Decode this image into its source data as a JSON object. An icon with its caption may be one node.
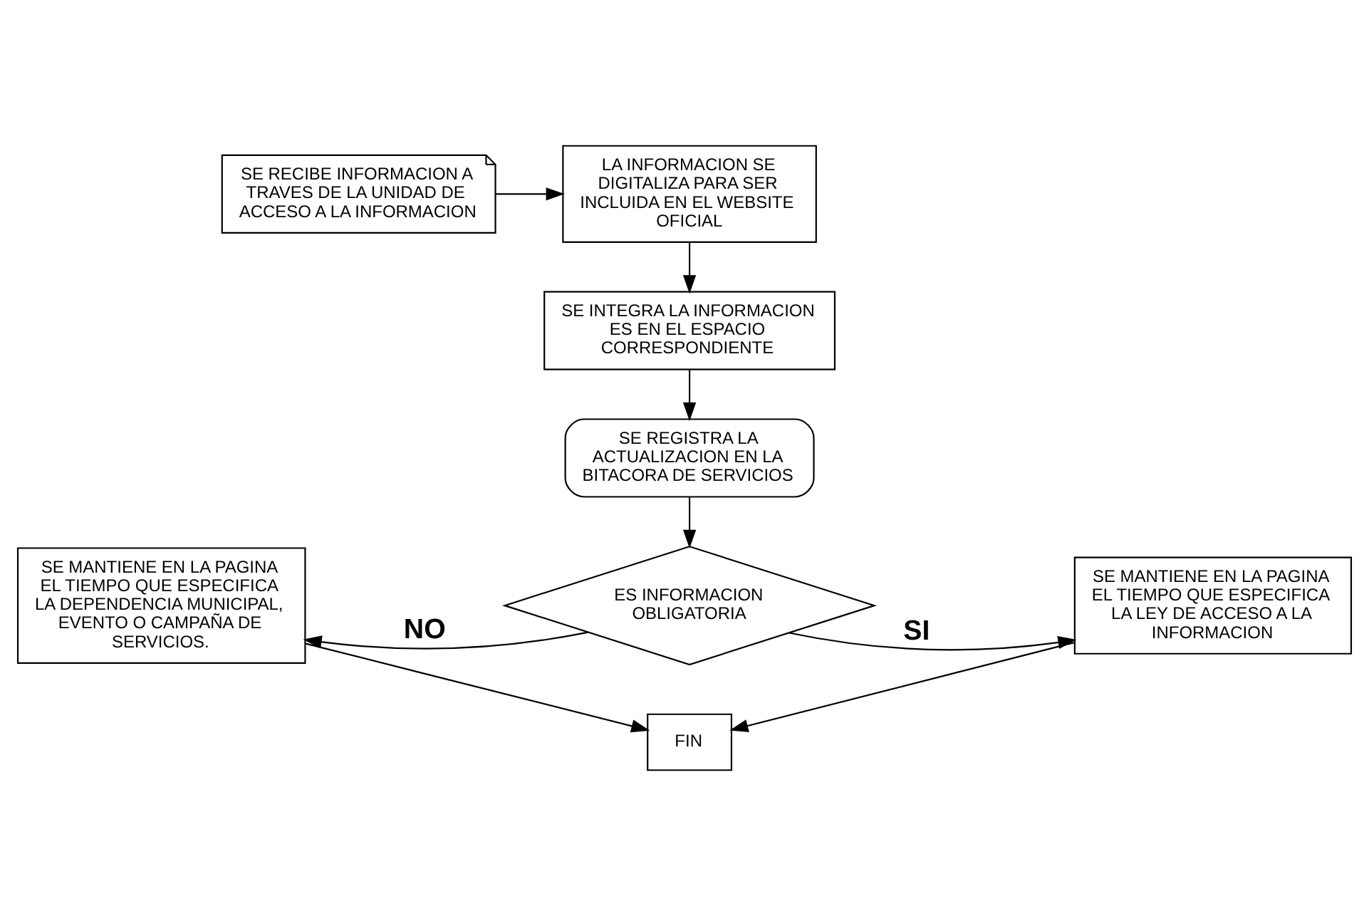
{
  "diagram": {
    "nodes": [
      {
        "text": [
          "SE RECIBE INFORMACION A TRAVES DE LA UNIDAD DE ACCESO A LA INFORMACION"
        ]
      },
      {
        "text": [
          "LA INFORMACION SE DIGITALIZA PARA SER INCLUIDA EN EL WEBSITE OFICIAL"
        ]
      },
      {
        "text": [
          "SE INTEGRA LA INFORMACION ES EN EL ESPACIO CORRESPONDIENTE"
        ]
      },
      {
        "text": [
          "SE REGISTRA LA ACTUALIZACION EN LA BITACORA DE SERVICIOS"
        ]
      },
      {
        "text": [
          "ES INFORMACION OBLIGATORIA"
        ]
      },
      {
        "text": [
          "SE MANTIENE EN LA PAGINA EL TIEMPO QUE ESPECIFICA LA DEPENDENCIA MUNICIPAL, EVENTO O CAMPAÑA DE SERVICIOS."
        ]
      },
      {
        "text": [
          "SE MANTIENE EN LA PAGINA EL TIEMPO QUE ESPECIFICA LA LEY DE ACCESO A LA INFORMACION"
        ]
      },
      {
        "text": [
          "FIN"
        ]
      }
    ],
    "edges": [
      {
        "from": 0,
        "to": 1,
        "arrow": "to"
      },
      {
        "from": 1,
        "to": 2,
        "arrow": "to"
      },
      {
        "from": 2,
        "to": 3,
        "arrow": "to"
      },
      {
        "from": 3,
        "to": 4,
        "arrow": "to"
      },
      {
        "from": 4,
        "to": 5,
        "arrow": "to",
        "label": "NO"
      },
      {
        "from": 4,
        "to": 6,
        "arrow": "to",
        "label": "SI"
      },
      {
        "from": 5,
        "to": 7,
        "arrow": "to"
      },
      {
        "from": 6,
        "to": 7,
        "arrow": "to"
      }
    ]
  }
}
